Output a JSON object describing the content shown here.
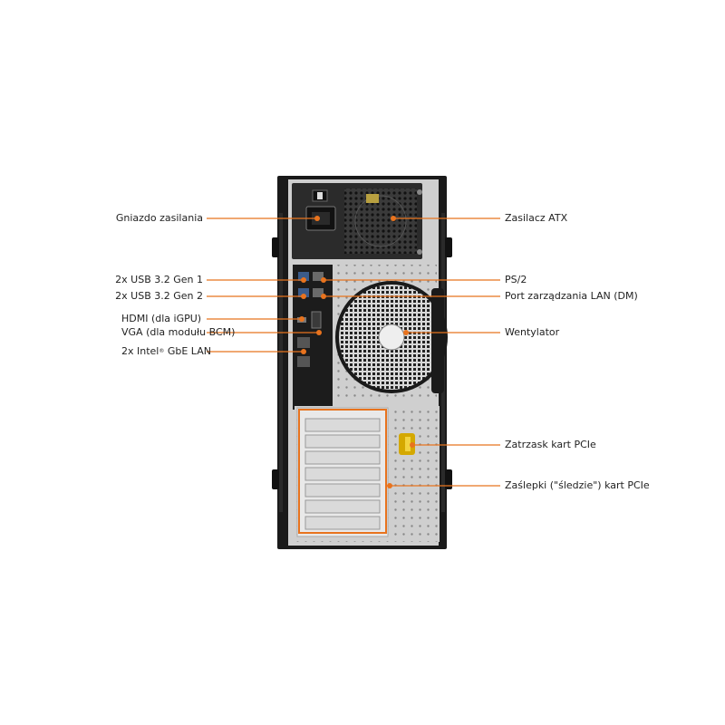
{
  "accent_color": "#e8731e",
  "labels_left": [
    {
      "id": "power-socket",
      "text": "Gniazdo zasilania"
    },
    {
      "id": "usb-1",
      "text": "2x USB 3.2 Gen 1"
    },
    {
      "id": "usb-2",
      "text": "2x USB 3.2 Gen 2"
    },
    {
      "id": "hdmi",
      "text": "HDMI (dla iGPU)"
    },
    {
      "id": "vga",
      "text": "VGA (dla modułu BCM)"
    },
    {
      "id": "lan",
      "text_pre": "2x Intel",
      "text_sup": "®",
      "text_post": " GbE LAN"
    }
  ],
  "labels_right": [
    {
      "id": "psu",
      "text": "Zasilacz ATX"
    },
    {
      "id": "ps2",
      "text": "PS/2"
    },
    {
      "id": "lan-dm",
      "text": "Port zarządzania LAN (DM)"
    },
    {
      "id": "fan",
      "text": "Wentylator"
    },
    {
      "id": "pcie-latch",
      "text": "Zatrzask kart PCIe"
    },
    {
      "id": "pcie-slots",
      "text": "Zaślepki (\"śledzie\") kart PCIe"
    }
  ]
}
